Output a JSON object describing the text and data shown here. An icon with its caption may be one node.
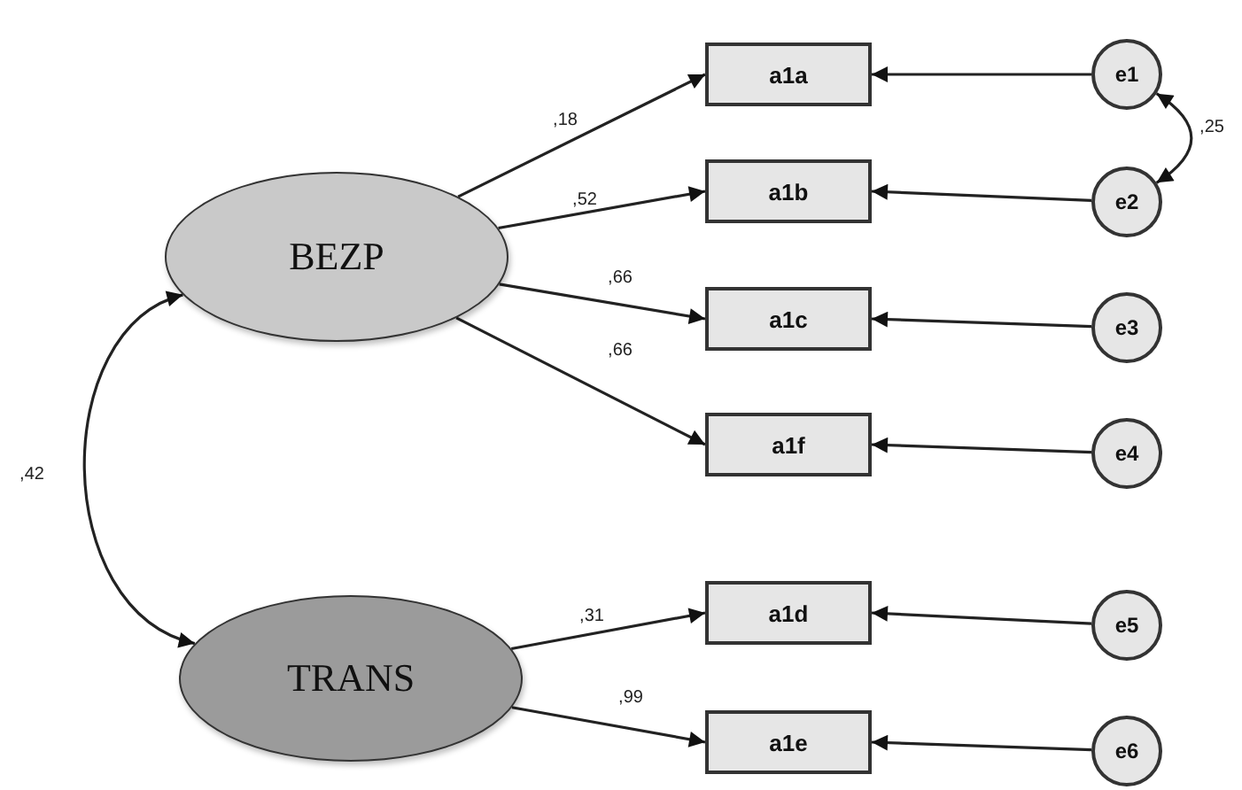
{
  "diagram": {
    "nodes": [
      {
        "text": [
          "BEZP"
        ]
      },
      {
        "text": [
          "TRANS"
        ]
      },
      {
        "text": [
          "a1a"
        ]
      },
      {
        "text": [
          "a1b"
        ]
      },
      {
        "text": [
          "a1c"
        ]
      },
      {
        "text": [
          "a1f"
        ]
      },
      {
        "text": [
          "a1d"
        ]
      },
      {
        "text": [
          "a1e"
        ]
      },
      {
        "text": [
          "e1"
        ]
      },
      {
        "text": [
          "e2"
        ]
      },
      {
        "text": [
          "e3"
        ]
      },
      {
        "text": [
          "e4"
        ]
      },
      {
        "text": [
          "e5"
        ]
      },
      {
        "text": [
          "e6"
        ]
      }
    ],
    "edges": [
      {
        "from": 0,
        "to": 2,
        "arrow": "to",
        "label": ",18"
      },
      {
        "from": 0,
        "to": 3,
        "arrow": "to",
        "label": ",52"
      },
      {
        "from": 0,
        "to": 4,
        "arrow": "to",
        "label": ",66"
      },
      {
        "from": 0,
        "to": 5,
        "arrow": "to",
        "label": ",66"
      },
      {
        "from": 1,
        "to": 6,
        "arrow": "to",
        "label": ",31"
      },
      {
        "from": 1,
        "to": 7,
        "arrow": "to",
        "label": ",99"
      },
      {
        "from": 8,
        "to": 2,
        "arrow": "to"
      },
      {
        "from": 9,
        "to": 3,
        "arrow": "to"
      },
      {
        "from": 10,
        "to": 4,
        "arrow": "to"
      },
      {
        "from": 11,
        "to": 5,
        "arrow": "to"
      },
      {
        "from": 12,
        "to": 6,
        "arrow": "to"
      },
      {
        "from": 13,
        "to": 7,
        "arrow": "to"
      },
      {
        "from": 8,
        "to": 9,
        "arrow": "both",
        "label": ",25"
      },
      {
        "from": 0,
        "to": 1,
        "arrow": "both",
        "label": ",42"
      }
    ]
  }
}
